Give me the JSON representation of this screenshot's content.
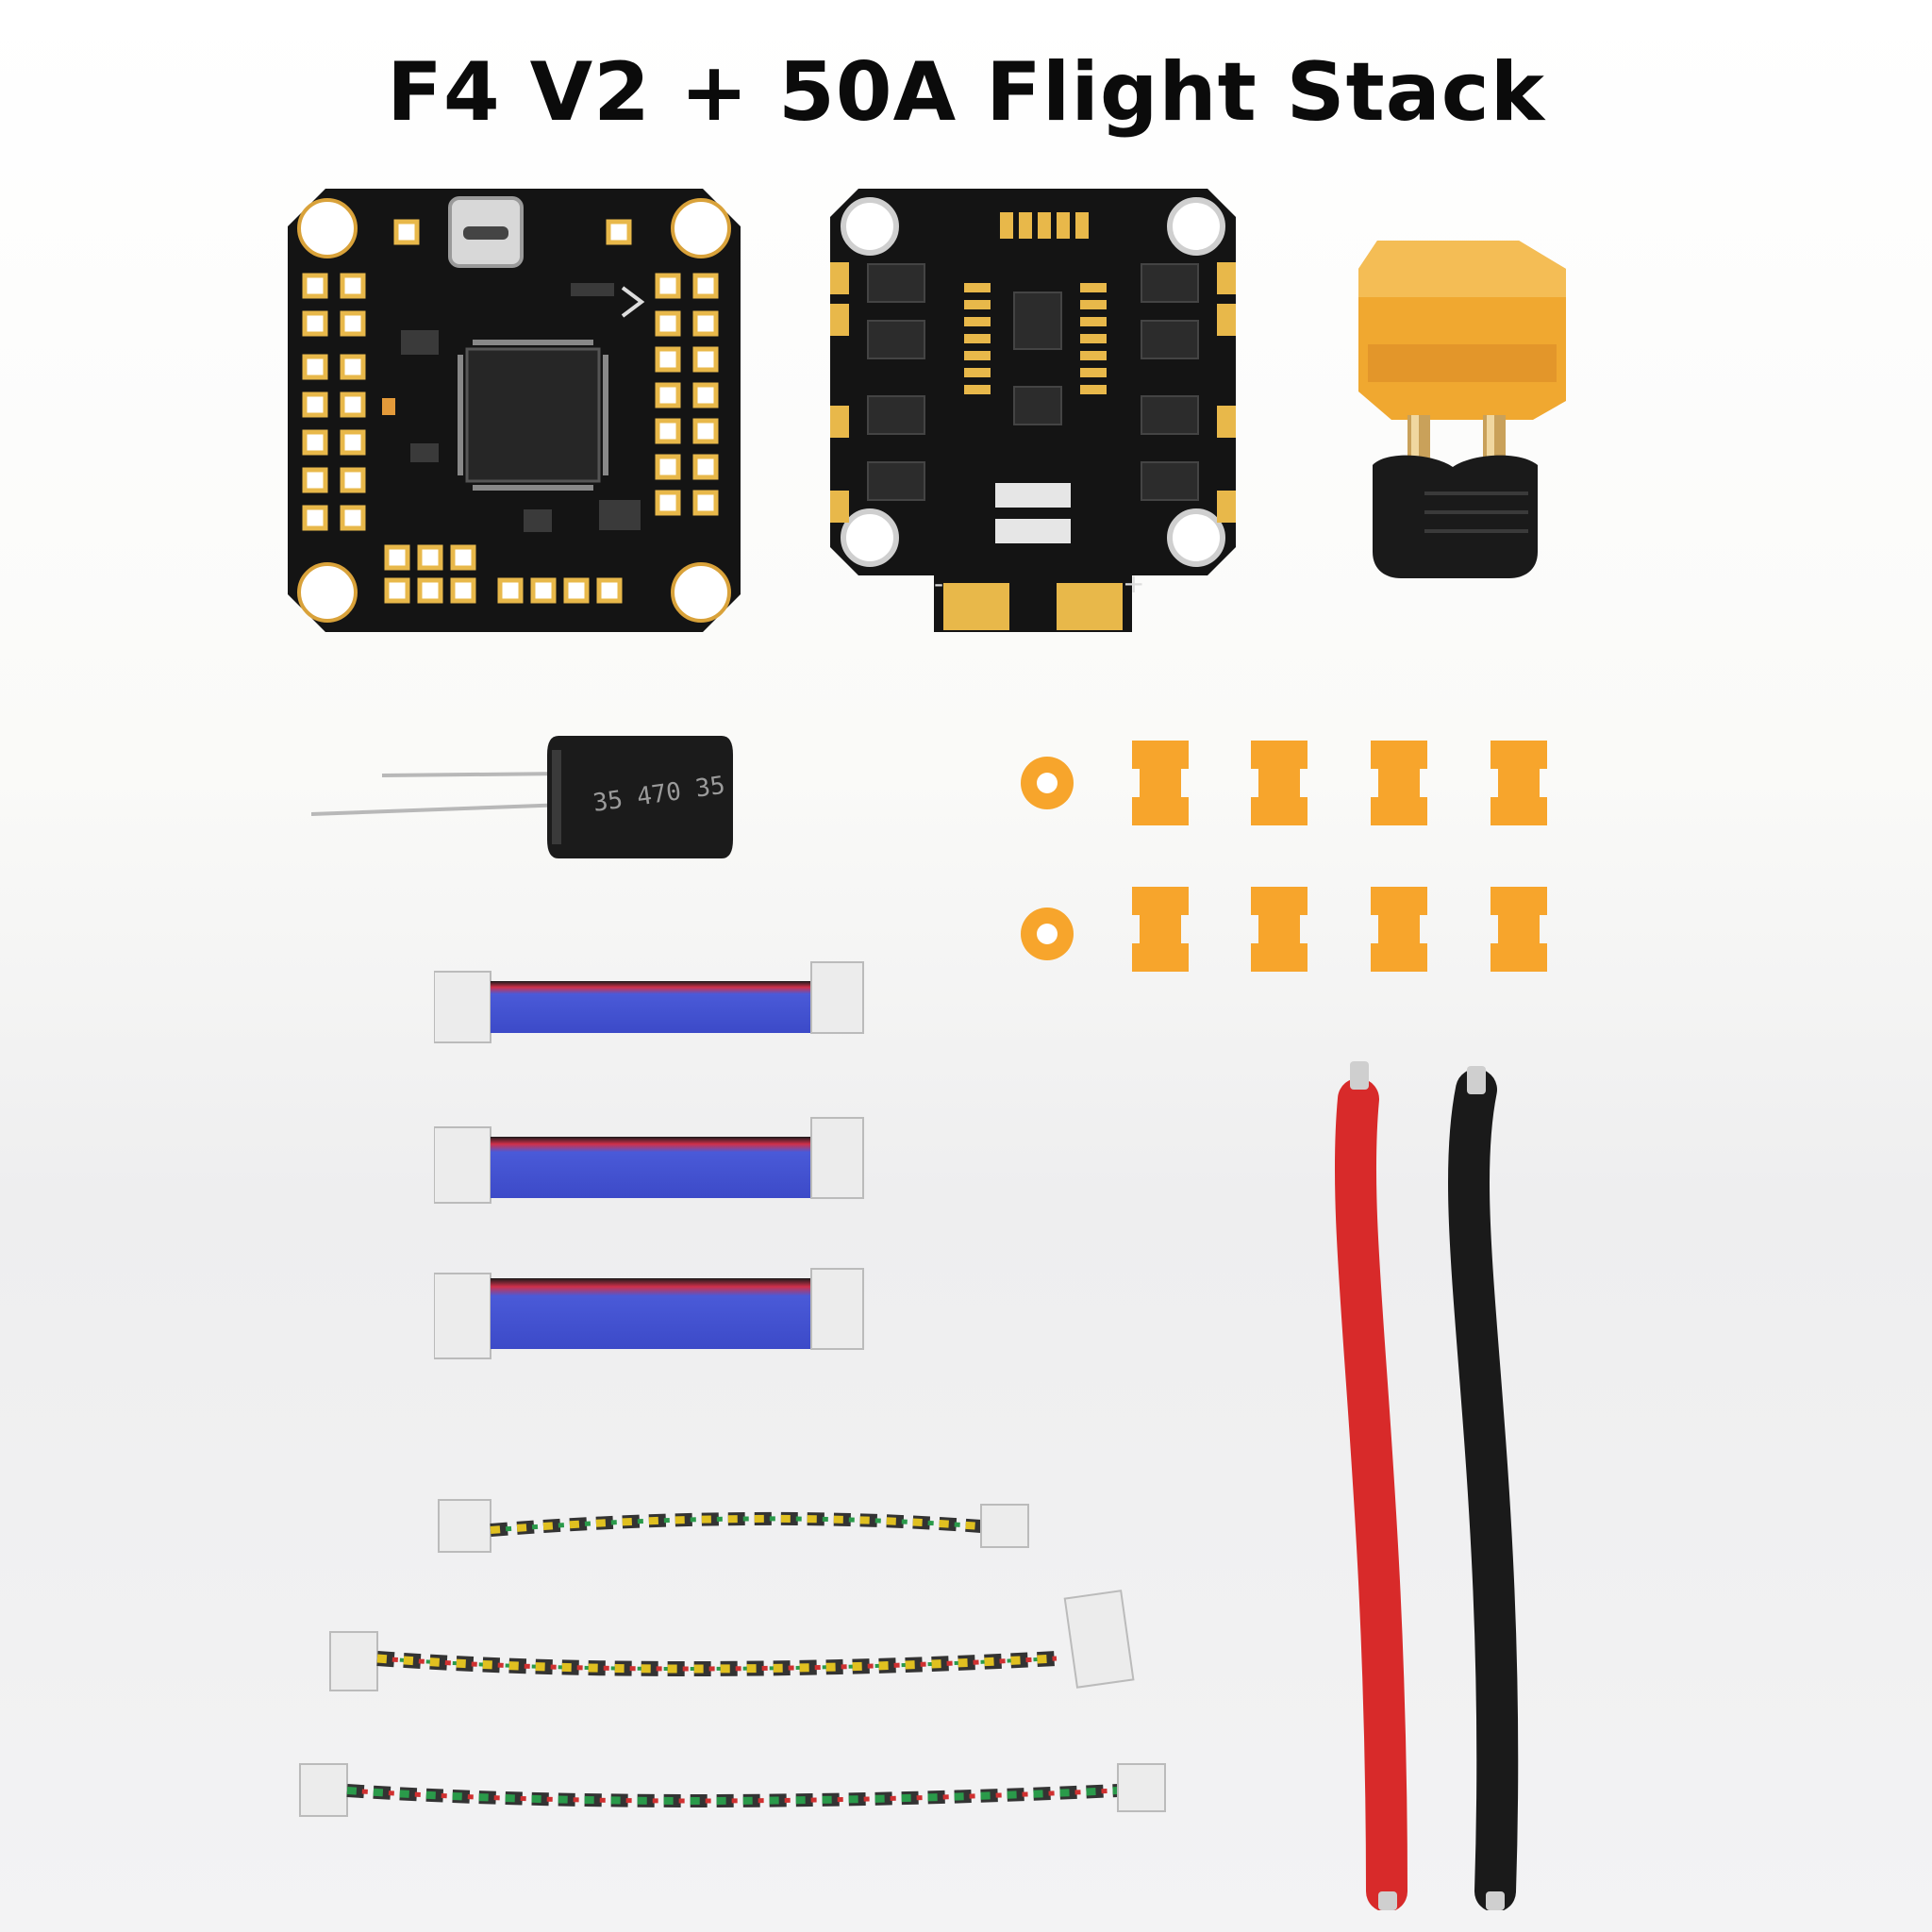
{
  "title": "F4 V2 + 50A Flight Stack",
  "colors": {
    "pcb_black": "#141414",
    "gold_pad": "#e8b84a",
    "orange_pad": "#f7a52c",
    "xt60_yellow": "#f0a830",
    "ribbon_blue": "#4a5ad8",
    "ribbon_red": "#d0304a",
    "wire_red": "#d82a2a",
    "wire_black": "#1a1a1a"
  },
  "items": [
    {
      "name": "flight-controller-board"
    },
    {
      "name": "esc-board"
    },
    {
      "name": "xt60-connector"
    },
    {
      "name": "capacitor"
    },
    {
      "name": "orange-rubber-grommets"
    },
    {
      "name": "ribbon-cables"
    },
    {
      "name": "silicone-power-wires"
    },
    {
      "name": "twisted-jst-cables"
    }
  ]
}
